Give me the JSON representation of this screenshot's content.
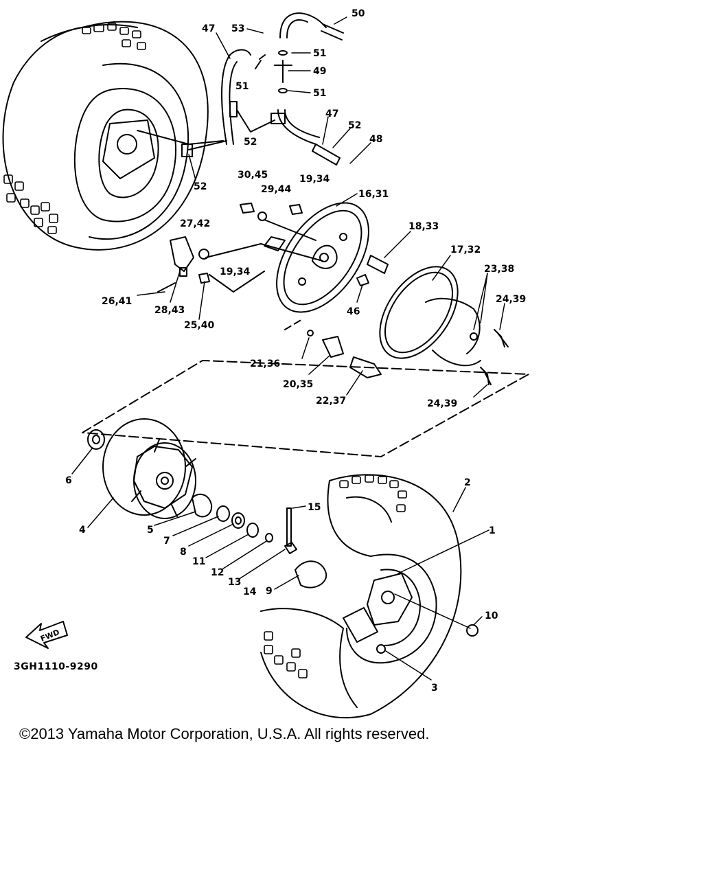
{
  "diagram": {
    "code": "3GH1110-9290",
    "fwd_text": "FWD",
    "callouts": [
      "50",
      "47",
      "53",
      "51",
      "49",
      "51",
      "51",
      "47",
      "52",
      "52",
      "48",
      "52",
      "30,45",
      "29,44",
      "19,34",
      "16,31",
      "27,42",
      "18,33",
      "17,32",
      "23,38",
      "19,34",
      "24,39",
      "26,41",
      "28,43",
      "46",
      "25,40",
      "21,36",
      "20,35",
      "22,37",
      "24,39",
      "6",
      "2",
      "4",
      "15",
      "1",
      "5",
      "7",
      "8",
      "11",
      "12",
      "13",
      "14",
      "9",
      "10",
      "3"
    ]
  },
  "footer": {
    "copyright": "©2013 Yamaha Motor Corporation, U.S.A. All rights reserved."
  }
}
